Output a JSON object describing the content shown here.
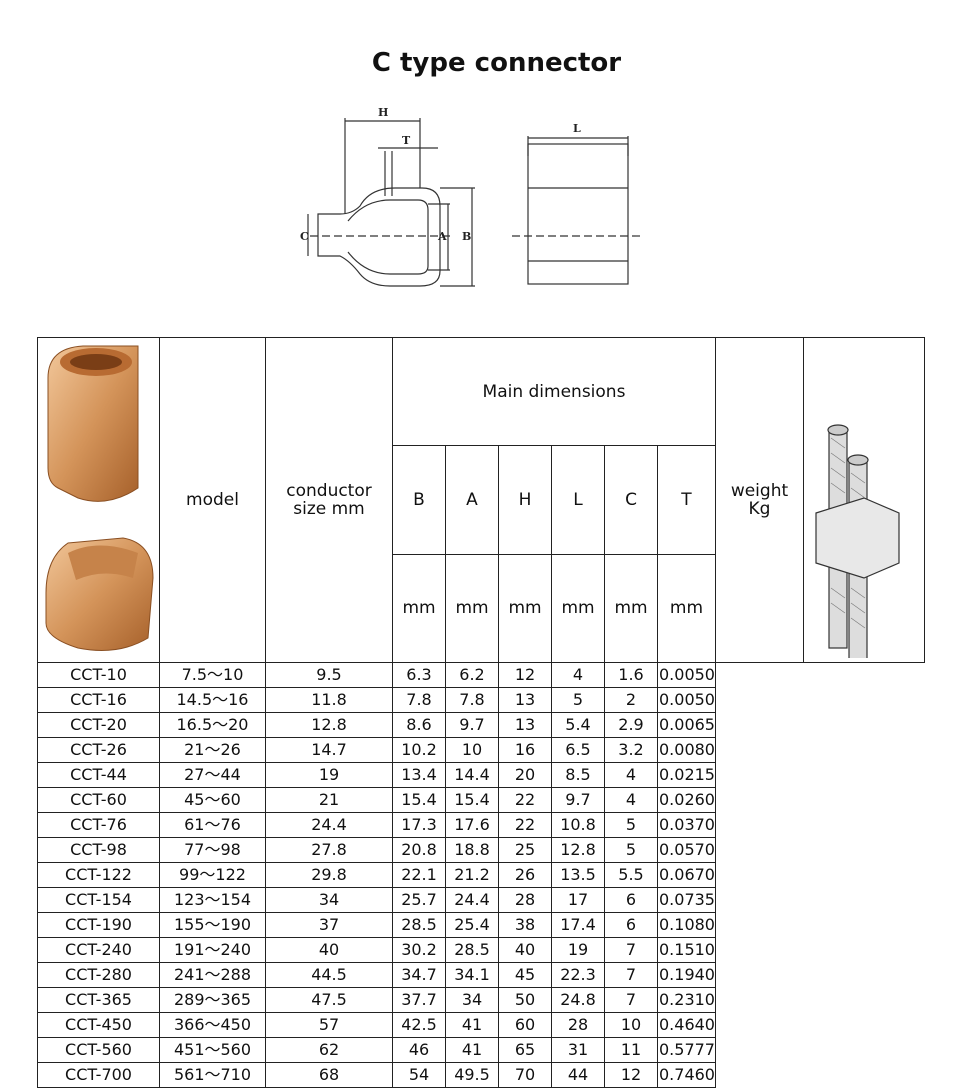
{
  "title": "C type connector",
  "drawing": {
    "labels": [
      "H",
      "T",
      "C",
      "A",
      "B",
      "L"
    ]
  },
  "table": {
    "header": {
      "model": "model",
      "conductor_line1": "conductor",
      "conductor_line2": "size mm",
      "main": "Main dimensions",
      "dims": [
        "B",
        "A",
        "H",
        "L",
        "C",
        "T"
      ],
      "unit": "mm",
      "weight_line1": "weight",
      "weight_line2": "Kg"
    },
    "rows": [
      [
        "CCT-10",
        "7.5～10",
        "9.5",
        "6.3",
        "6.2",
        "12",
        "4",
        "1.6",
        "0.0050"
      ],
      [
        "CCT-16",
        "14.5～16",
        "11.8",
        "7.8",
        "7.8",
        "13",
        "5",
        "2",
        "0.0050"
      ],
      [
        "CCT-20",
        "16.5～20",
        "12.8",
        "8.6",
        "9.7",
        "13",
        "5.4",
        "2.9",
        "0.0065"
      ],
      [
        "CCT-26",
        "21～26",
        "14.7",
        "10.2",
        "10",
        "16",
        "6.5",
        "3.2",
        "0.0080"
      ],
      [
        "CCT-44",
        "27～44",
        "19",
        "13.4",
        "14.4",
        "20",
        "8.5",
        "4",
        "0.0215"
      ],
      [
        "CCT-60",
        "45～60",
        "21",
        "15.4",
        "15.4",
        "22",
        "9.7",
        "4",
        "0.0260"
      ],
      [
        "CCT-76",
        "61～76",
        "24.4",
        "17.3",
        "17.6",
        "22",
        "10.8",
        "5",
        "0.0370"
      ],
      [
        "CCT-98",
        "77～98",
        "27.8",
        "20.8",
        "18.8",
        "25",
        "12.8",
        "5",
        "0.0570"
      ],
      [
        "CCT-122",
        "99～122",
        "29.8",
        "22.1",
        "21.2",
        "26",
        "13.5",
        "5.5",
        "0.0670"
      ],
      [
        "CCT-154",
        "123～154",
        "34",
        "25.7",
        "24.4",
        "28",
        "17",
        "6",
        "0.0735"
      ],
      [
        "CCT-190",
        "155～190",
        "37",
        "28.5",
        "25.4",
        "38",
        "17.4",
        "6",
        "0.1080"
      ],
      [
        "CCT-240",
        "191～240",
        "40",
        "30.2",
        "28.5",
        "40",
        "19",
        "7",
        "0.1510"
      ],
      [
        "CCT-280",
        "241～288",
        "44.5",
        "34.7",
        "34.1",
        "45",
        "22.3",
        "7",
        "0.1940"
      ],
      [
        "CCT-365",
        "289～365",
        "47.5",
        "37.7",
        "34",
        "50",
        "24.8",
        "7",
        "0.2310"
      ],
      [
        "CCT-450",
        "366～450",
        "57",
        "42.5",
        "41",
        "60",
        "28",
        "10",
        "0.4640"
      ],
      [
        "CCT-560",
        "451～560",
        "62",
        "46",
        "41",
        "65",
        "31",
        "11",
        "0.5777"
      ],
      [
        "CCT-700",
        "561～710",
        "68",
        "54",
        "49.5",
        "70",
        "44",
        "12",
        "0.7460"
      ]
    ]
  },
  "colors": {
    "copper": "#d49a5a",
    "copper_dark": "#a8632c",
    "line": "#222222"
  }
}
